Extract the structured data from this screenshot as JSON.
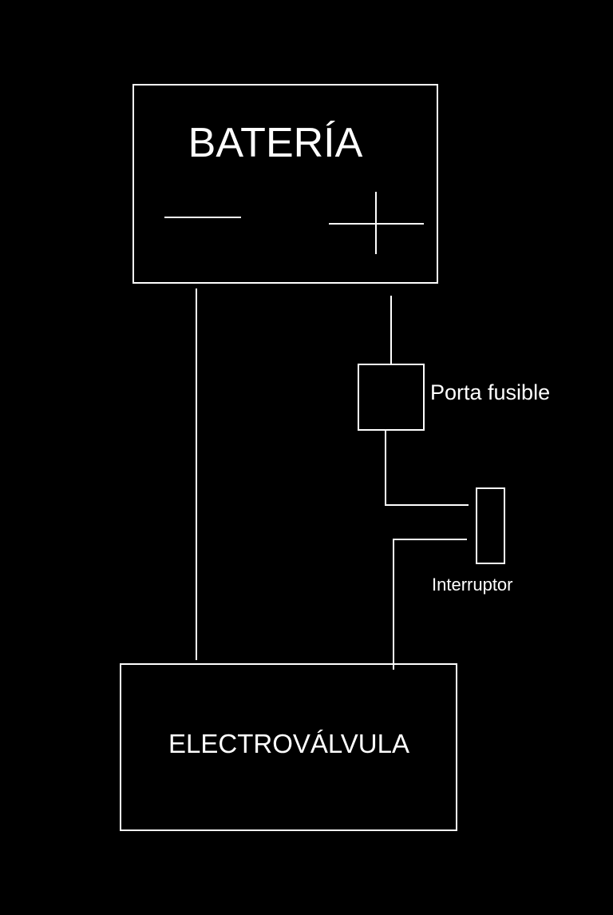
{
  "battery": {
    "label": "BATERÍA",
    "negative_symbol": "minus-symbol",
    "positive_symbol": "plus-symbol"
  },
  "fuse_holder": {
    "label": "Porta fusible"
  },
  "switch": {
    "label": "Interruptor"
  },
  "valve": {
    "label": "ELECTROVÁLVULA"
  },
  "colors": {
    "background": "#000000",
    "line": "#ffffff",
    "text": "#ffffff"
  }
}
